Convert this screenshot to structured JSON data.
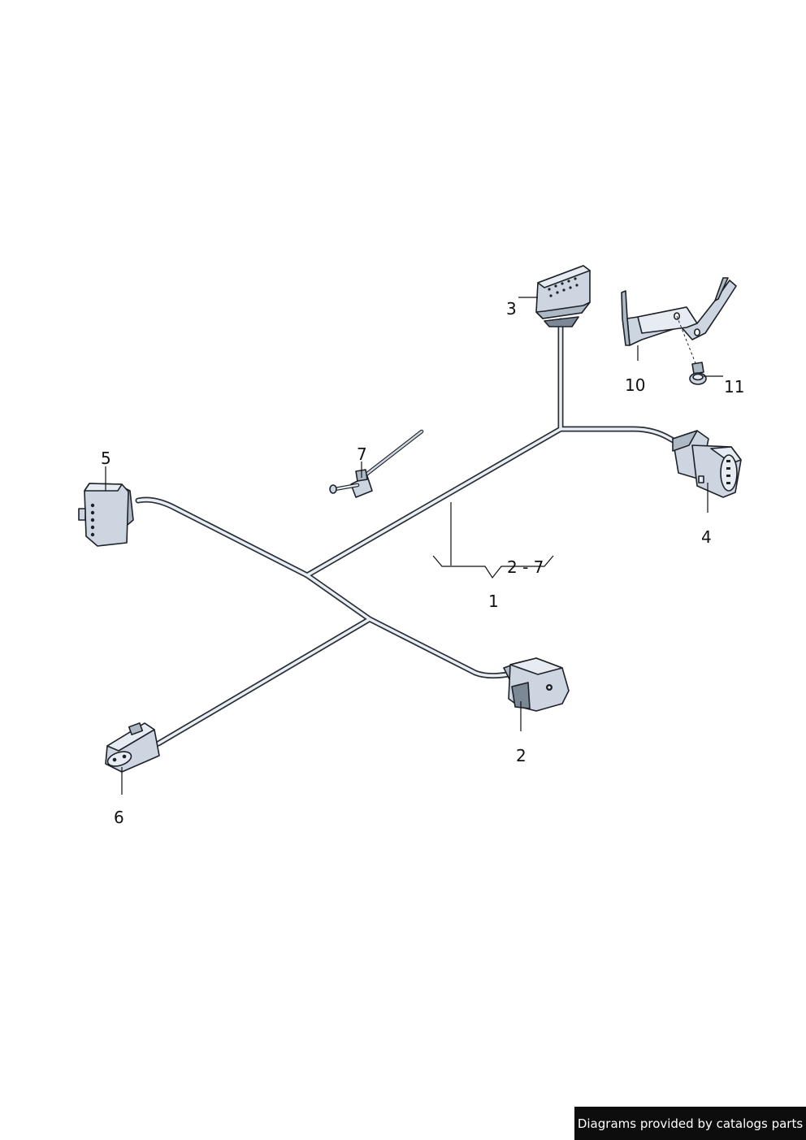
{
  "callouts": {
    "c1": "1",
    "c1_range": "2 - 7",
    "c2": "2",
    "c3": "3",
    "c4": "4",
    "c5": "5",
    "c6": "6",
    "c7": "7",
    "c10": "10",
    "c11": "11"
  },
  "footer": {
    "text": "Diagrams provided by catalogs parts"
  },
  "colors": {
    "body": "#cdd6e0",
    "shade": "#aeb9c6",
    "outline": "#1d2128",
    "footer_bg": "#0d0d0d"
  }
}
